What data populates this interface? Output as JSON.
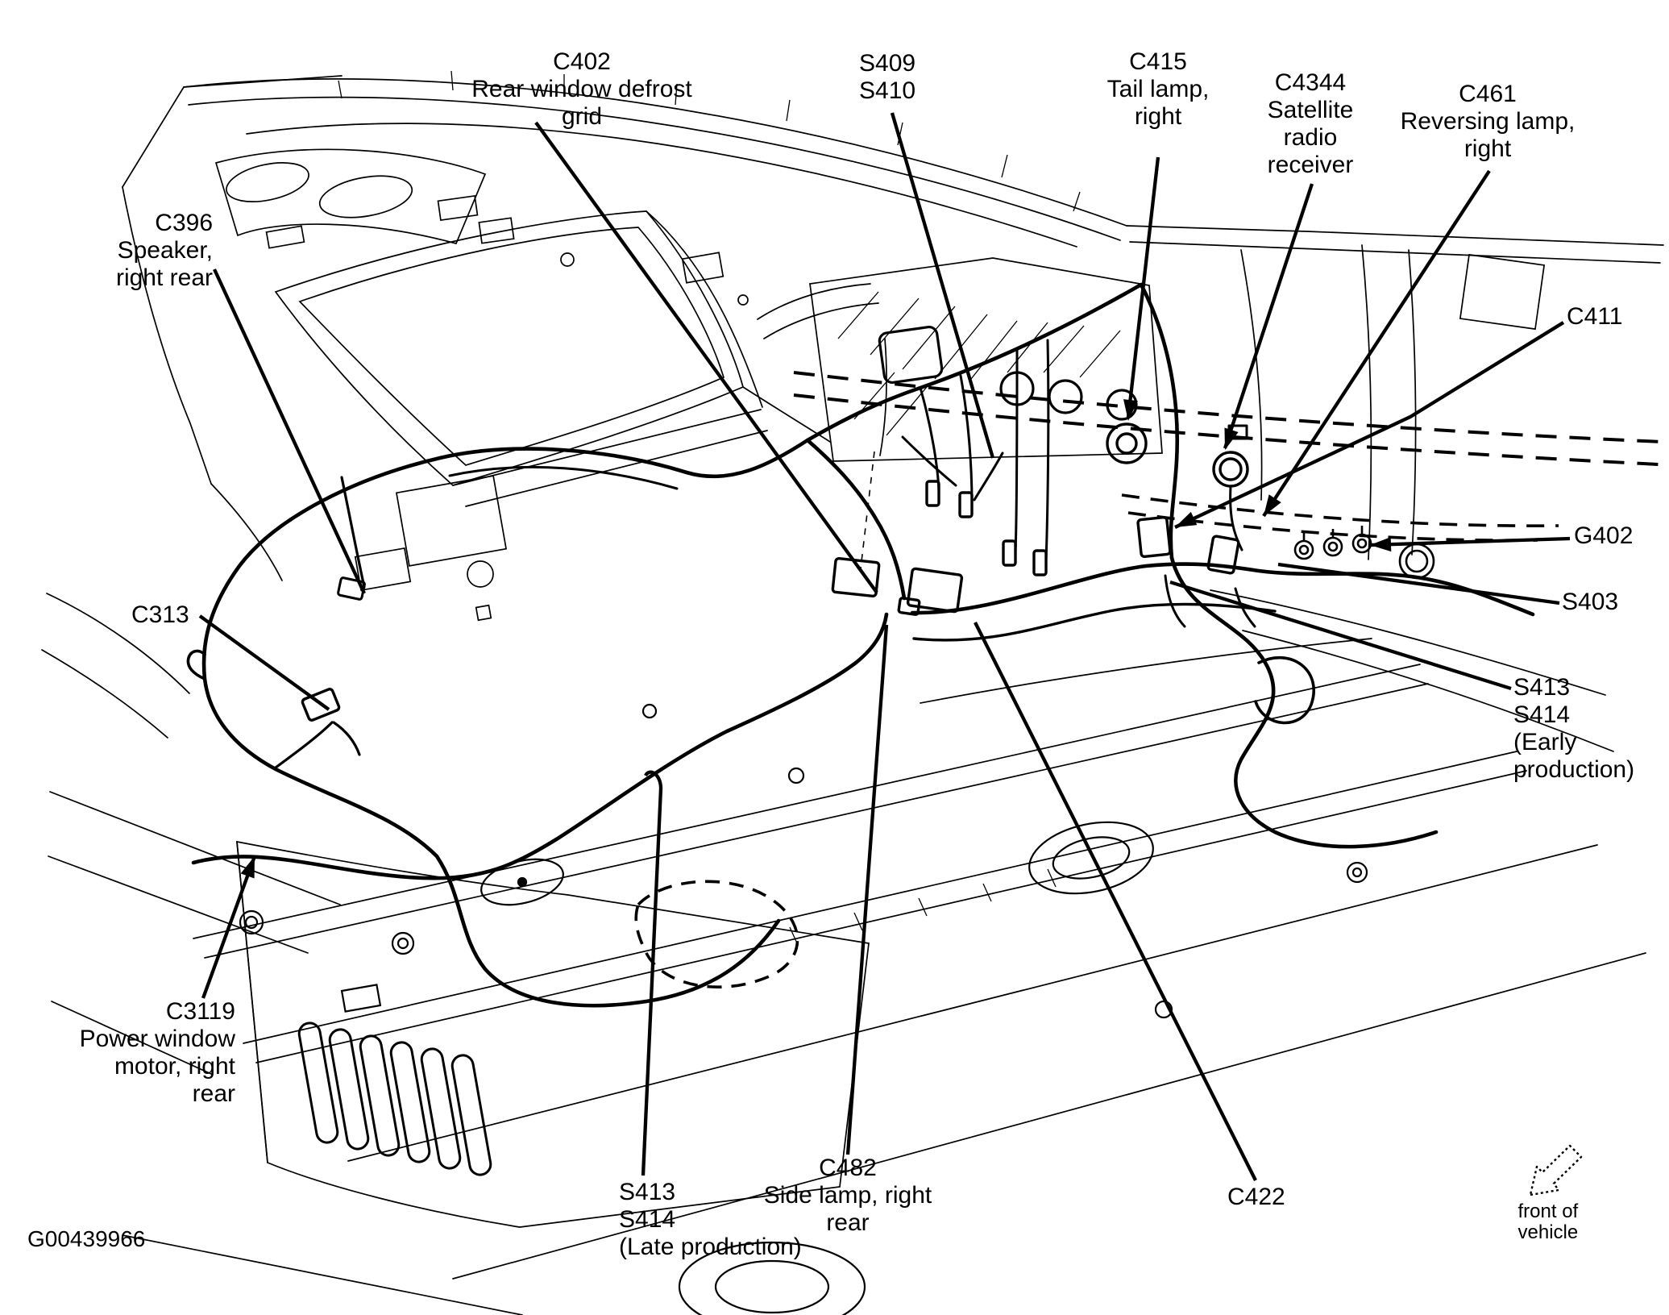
{
  "figure": {
    "code": "G00439966",
    "orientation_label": "front of vehicle"
  },
  "callouts": [
    {
      "id": "C402",
      "lines": [
        "C402",
        "Rear window defrost",
        "grid"
      ]
    },
    {
      "id": "S409 S410",
      "lines": [
        "S409",
        "S410"
      ]
    },
    {
      "id": "C415",
      "lines": [
        "C415",
        "Tail lamp,",
        "right"
      ]
    },
    {
      "id": "C4344",
      "lines": [
        "C4344",
        "Satellite",
        "radio",
        "receiver"
      ]
    },
    {
      "id": "C461",
      "lines": [
        "C461",
        "Reversing lamp,",
        "right"
      ]
    },
    {
      "id": "C411",
      "lines": [
        "C411"
      ]
    },
    {
      "id": "G402",
      "lines": [
        "G402"
      ]
    },
    {
      "id": "S403",
      "lines": [
        "S403"
      ]
    },
    {
      "id": "S413 S414 early",
      "lines": [
        "S413",
        "S414",
        "(Early",
        "production)"
      ]
    },
    {
      "id": "C396",
      "lines": [
        "C396",
        "Speaker,",
        "right rear"
      ]
    },
    {
      "id": "C313",
      "lines": [
        "C313"
      ]
    },
    {
      "id": "C3119",
      "lines": [
        "C3119",
        "Power window",
        "motor, right",
        "rear"
      ]
    },
    {
      "id": "S413 S414 late",
      "lines": [
        "S413",
        "S414",
        "(Late production)"
      ]
    },
    {
      "id": "C482",
      "lines": [
        "C482",
        "Side lamp, right",
        "rear"
      ]
    },
    {
      "id": "C422",
      "lines": [
        "C422"
      ]
    }
  ]
}
